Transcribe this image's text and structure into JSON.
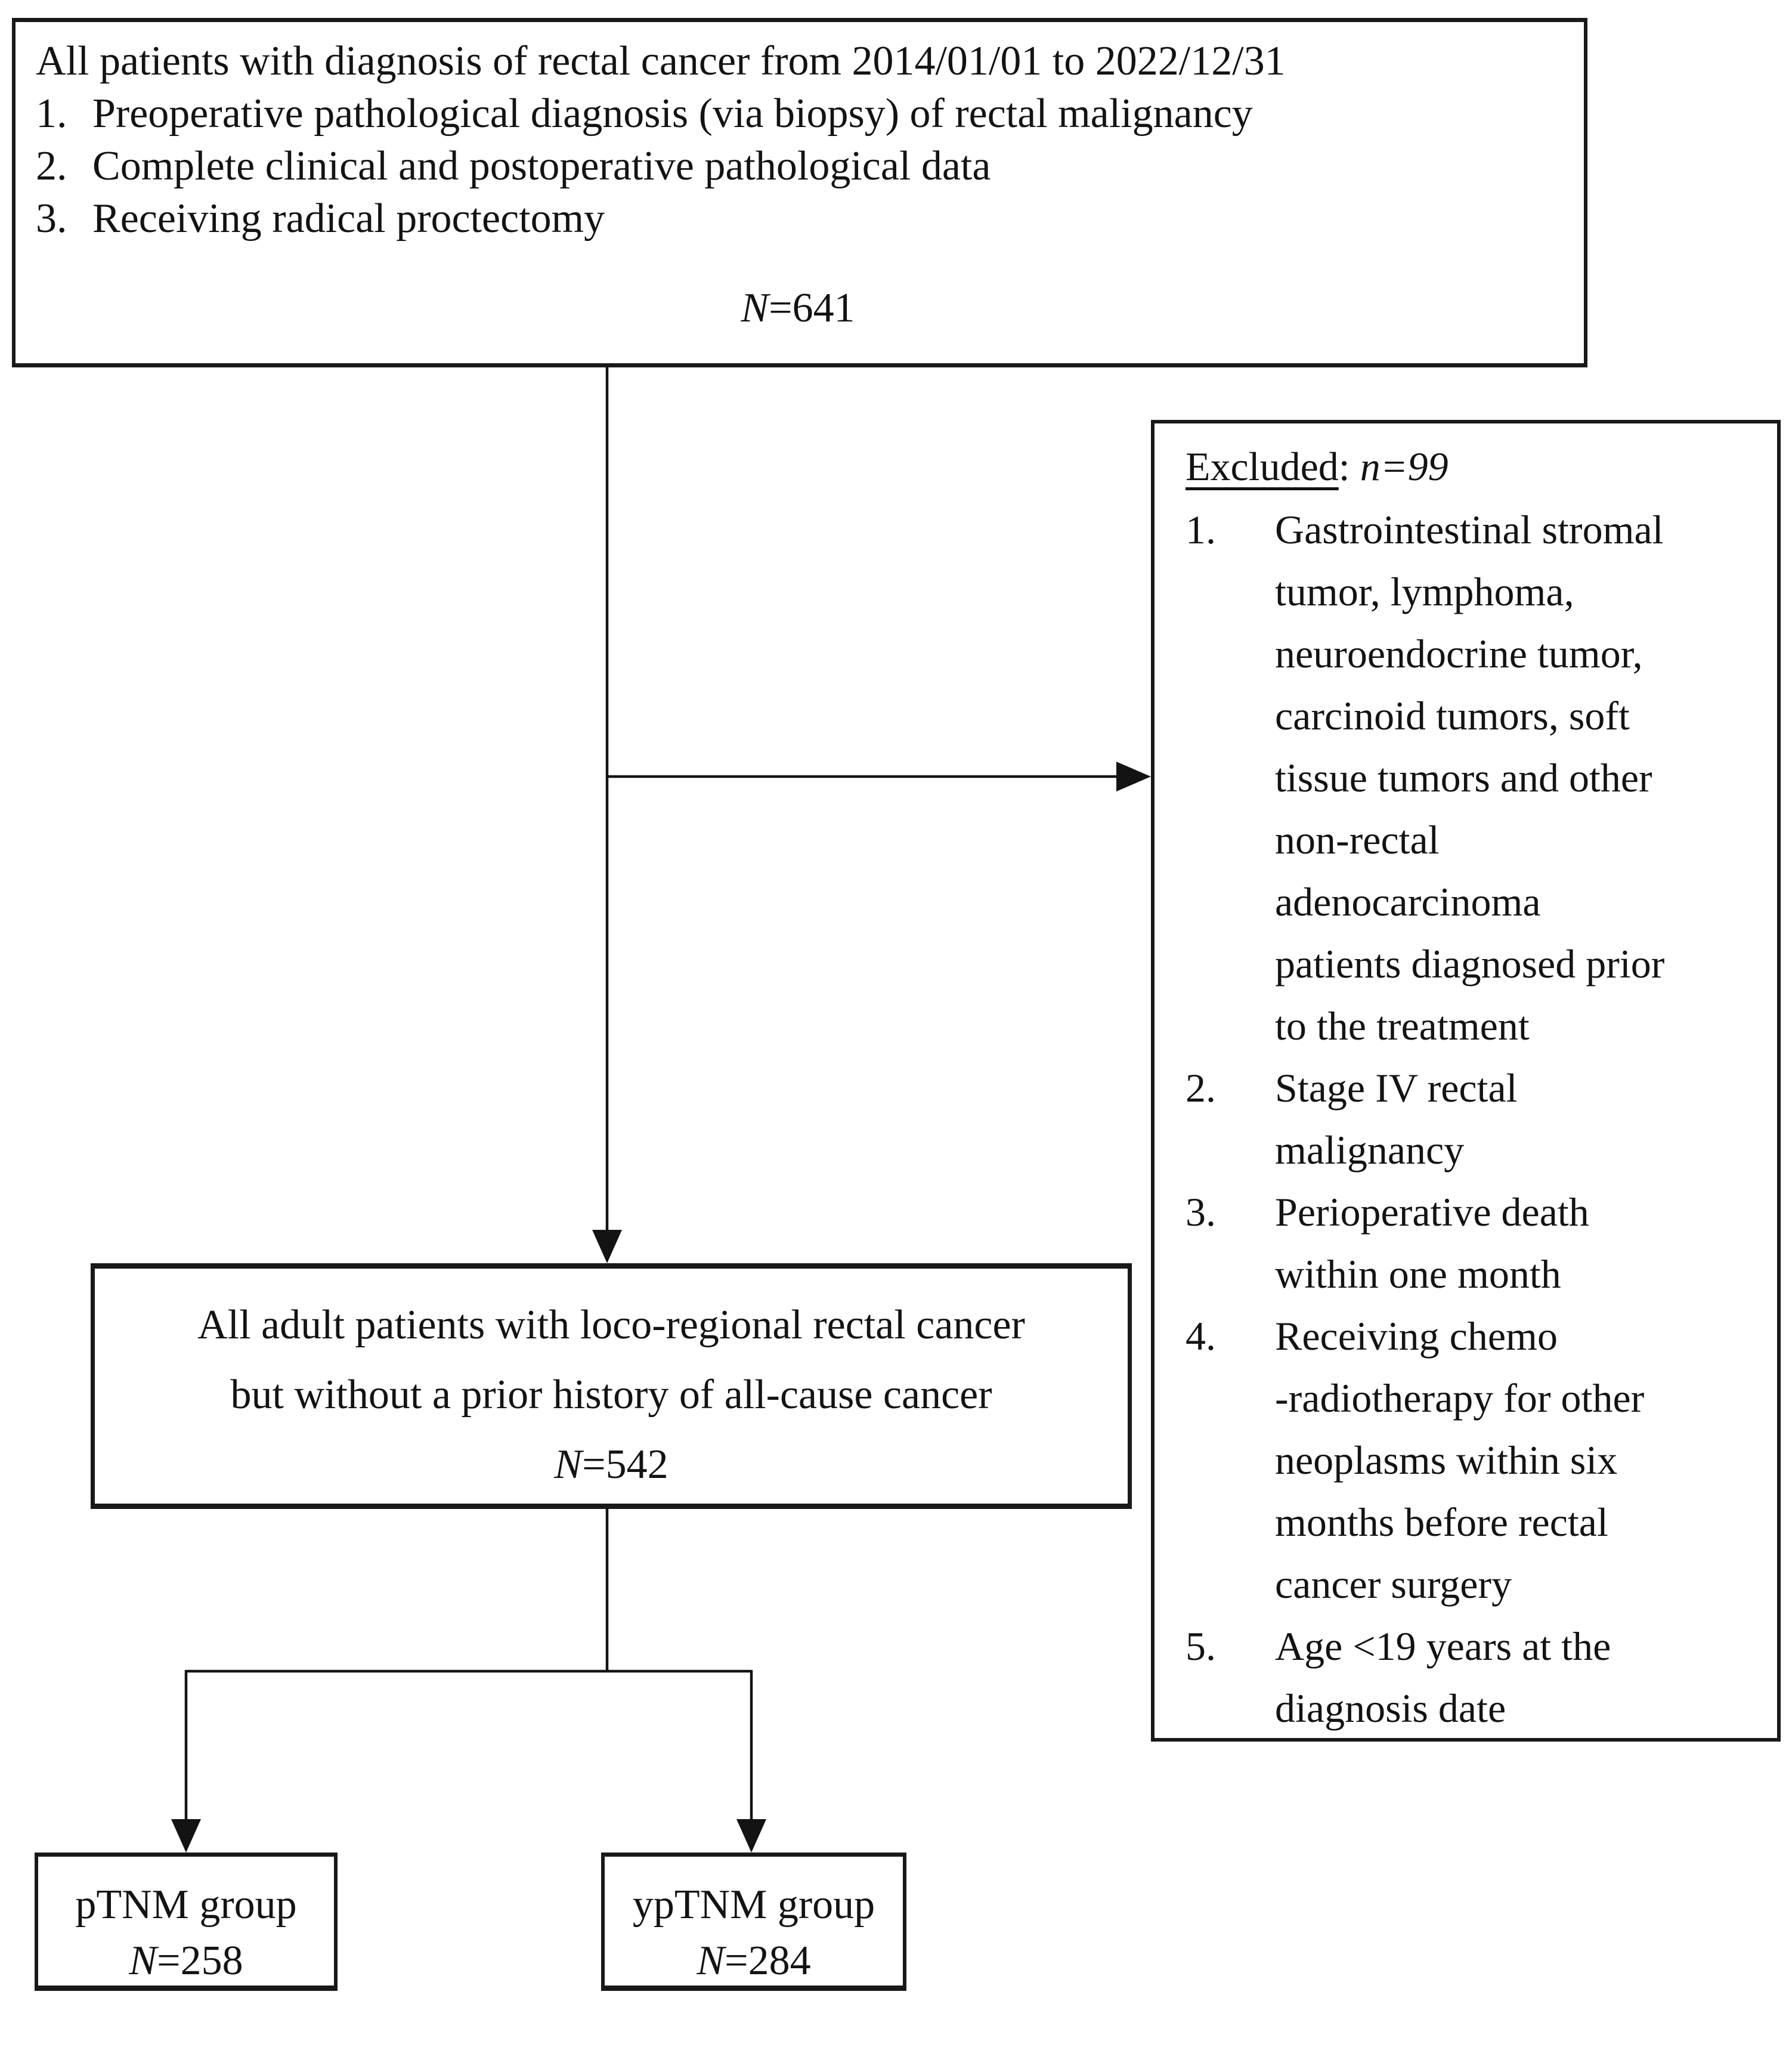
{
  "diagram": {
    "colors": {
      "ink": "#131313",
      "background": "#ffffff",
      "box_border": "#191919"
    },
    "top_box": {
      "title": "All patients with diagnosis of rectal cancer from 2014/01/01 to 2022/12/31",
      "items": [
        {
          "num": "1.",
          "text": "Preoperative pathological diagnosis (via biopsy) of rectal malignancy"
        },
        {
          "num": "2.",
          "text": "Complete clinical and postoperative pathological data"
        },
        {
          "num": "3.",
          "text": "Receiving radical proctectomy"
        }
      ],
      "n_italic": "N",
      "n_rest": "=641"
    },
    "excluded_box": {
      "header_underlined": "Excluded",
      "header_separator": ": ",
      "header_n_italic": "n=99",
      "items": [
        {
          "num": "1.",
          "lines": [
            "Gastrointestinal stromal",
            "tumor, lymphoma,",
            "neuroendocrine tumor,",
            "carcinoid tumors, soft",
            "tissue tumors and other",
            "non-rectal",
            "adenocarcinoma",
            "patients diagnosed prior",
            "to the treatment"
          ]
        },
        {
          "num": "2.",
          "lines": [
            "Stage IV rectal",
            "malignancy"
          ]
        },
        {
          "num": "3.",
          "lines": [
            "Perioperative death",
            "within one month"
          ]
        },
        {
          "num": "4.",
          "lines": [
            "Receiving chemo",
            "-radiotherapy for other",
            "neoplasms within six",
            "months before rectal",
            "cancer surgery"
          ]
        },
        {
          "num": "5.",
          "lines": [
            "Age <19 years at the",
            "diagnosis date"
          ]
        }
      ]
    },
    "middle_box": {
      "line1": "All adult patients with loco-regional rectal cancer",
      "line2": "but without a prior history of all-cause cancer",
      "n_italic": "N",
      "n_rest": "=542"
    },
    "ptnm_box": {
      "label": "pTNM group",
      "n_italic": "N",
      "n_rest": "=258"
    },
    "yptnm_box": {
      "label": "ypTNM group",
      "n_italic": "N",
      "n_rest": "=284"
    }
  }
}
